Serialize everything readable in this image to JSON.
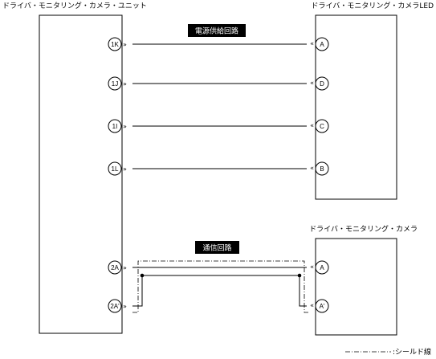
{
  "units": {
    "left": "ドライバ・モニタリング・カメラ・ユニット",
    "right_top": "ドライバ・モニタリング・カメラLED",
    "right_bottom": "ドライバ・モニタリング・カメラ"
  },
  "circuits": {
    "power": "電源供給回路",
    "comm": "通信回路"
  },
  "pins": {
    "left": [
      "1K",
      "1J",
      "1I",
      "1L",
      "2A",
      "2A'"
    ],
    "right_top": [
      "A",
      "D",
      "C",
      "B"
    ],
    "right_bottom": [
      "A",
      "A'"
    ]
  },
  "chevron": "»",
  "legend": {
    "label": ":シールド線"
  }
}
